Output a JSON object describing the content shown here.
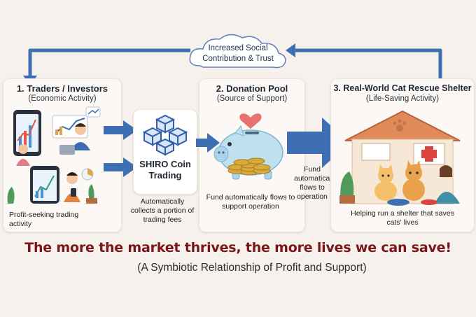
{
  "feedback": {
    "cloud_text": "Increased Social Contribution & Trust",
    "arrow_color": "#3f6fb3"
  },
  "panels": [
    {
      "title": "1. Traders / Investors",
      "subtitle": "(Economic Activity)",
      "caption": "Profit-seeking trading activity"
    },
    {
      "title": "2. Donation Pool",
      "subtitle": "(Source of Support)",
      "caption": "Fund automatically flows to support operation"
    },
    {
      "title": "3. Real-World Cat Rescue Shelter",
      "subtitle": "(Life-Saving Activity)",
      "caption": "Helping run a shelter that saves cats' lives"
    }
  ],
  "coin_block": {
    "label": "SHIRO Coin Trading",
    "caption": "Automatically collects a portion of trading fees"
  },
  "flow_label": "Fund automatically flows to operation",
  "footer": {
    "headline": "The more the market thrives, the more lives we can save!",
    "subline": "(A Symbiotic Relationship of Profit and Support)"
  },
  "colors": {
    "arrow": "#3f6fb3",
    "headline": "#7a1518",
    "coin_cube": "#2f5fa8",
    "piggy": "#bfe0ef",
    "coins": "#d9a93a",
    "heart": "#e8726f",
    "shelter_roof": "#e08a5a"
  },
  "icons": [
    "cloud-icon",
    "phone-chart-icon",
    "laptop-chart-icon",
    "person-icon",
    "blockchain-cube-icon",
    "piggy-bank-icon",
    "coin-stack-icon",
    "heart-icon",
    "shelter-icon",
    "cat-icon",
    "paw-icon",
    "medical-cross-icon"
  ]
}
